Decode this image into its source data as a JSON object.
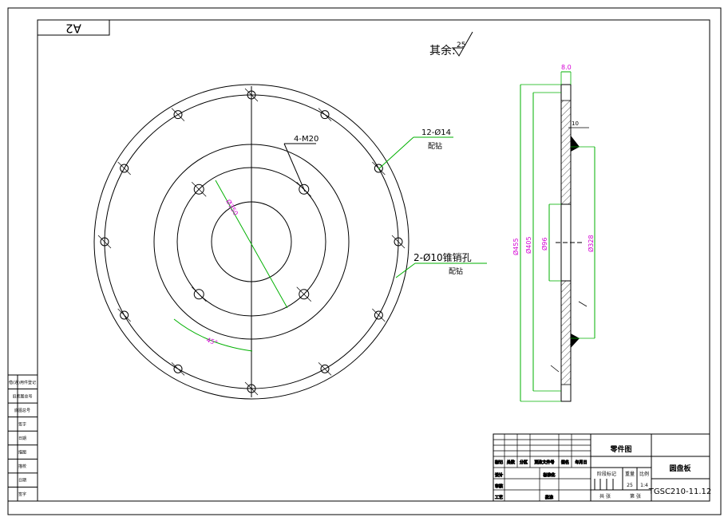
{
  "sheet": {
    "size_code": "A2",
    "roughness_note": "其余:",
    "roughness_value": "25"
  },
  "front_view": {
    "hole_label": "12-Ø14",
    "hole_note": "配钻",
    "thread_label": "4-M20",
    "pin_label": "2-Ø10锥销孔",
    "pin_note": "配钻",
    "pcd_label": "Ø350",
    "angle_label": "45°"
  },
  "side_view": {
    "thickness_label": "8.0",
    "step_label": "10",
    "dims": [
      "Ø455",
      "Ø405",
      "Ø96",
      "Ø328"
    ]
  },
  "left_bar": {
    "cells": [
      "借(通)用件登记",
      "旧底图总号",
      "底图总号",
      "签字",
      "日期",
      "描图",
      "描校",
      "日期",
      "签字"
    ]
  },
  "title_block": {
    "header_labels": [
      "标记",
      "处数",
      "分区",
      "更改文件号",
      "签名",
      "年月日"
    ],
    "row_labels": [
      "设计",
      "标准化",
      "审核",
      "工艺",
      "批准"
    ],
    "drawing_type": "零件图",
    "part_name": "圆盘板",
    "stage_label": "阶段标记",
    "weight_label": "重量",
    "scale_label": "比例",
    "weight_value": "25",
    "scale_value": "1:4",
    "sheet_total": "共  张",
    "sheet_no": "第  张",
    "drawing_number": "TGSC210-11.12"
  }
}
